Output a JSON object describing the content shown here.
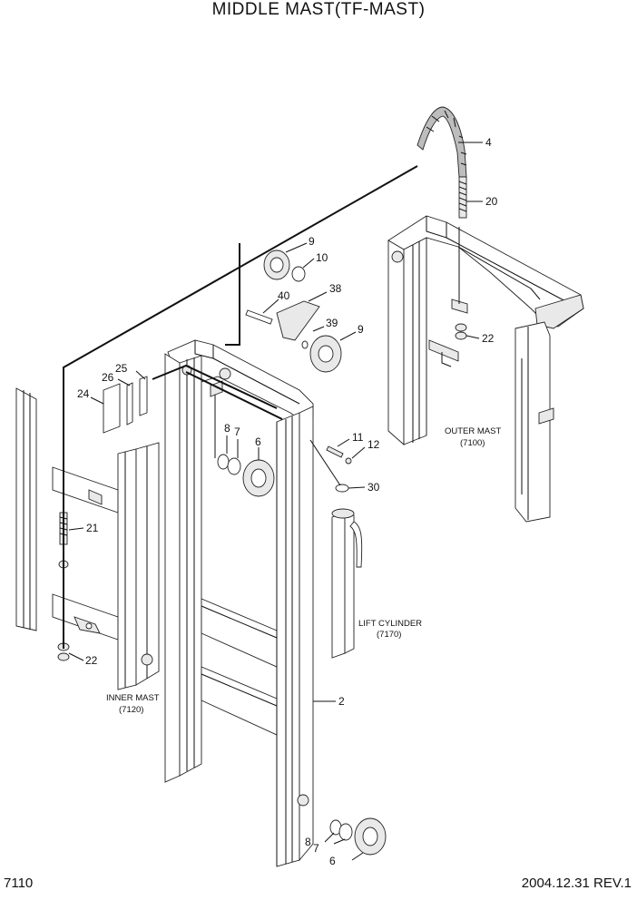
{
  "title": "MIDDLE MAST(TF-MAST)",
  "footer": {
    "page_code": "7110",
    "date_rev": "2004.12.31  REV.1"
  },
  "assemblies": {
    "outer_mast": {
      "name": "OUTER MAST",
      "code": "(7100)"
    },
    "inner_mast": {
      "name": "INNER MAST",
      "code": "(7120)"
    },
    "lift_cylinder": {
      "name": "LIFT CYLINDER",
      "code": "(7170)"
    }
  },
  "callouts": {
    "p4": "4",
    "p20": "20",
    "p22a": "22",
    "p9a": "9",
    "p10": "10",
    "p38": "38",
    "p40": "40",
    "p39": "39",
    "p9b": "9",
    "p25": "25",
    "p26": "26",
    "p24": "24",
    "p8a": "8",
    "p7a": "7",
    "p6a": "6",
    "p11": "11",
    "p12": "12",
    "p30": "30",
    "p21": "21",
    "p22b": "22",
    "p2": "2",
    "p8b": "8",
    "p7b": "7",
    "p6b": "6"
  }
}
